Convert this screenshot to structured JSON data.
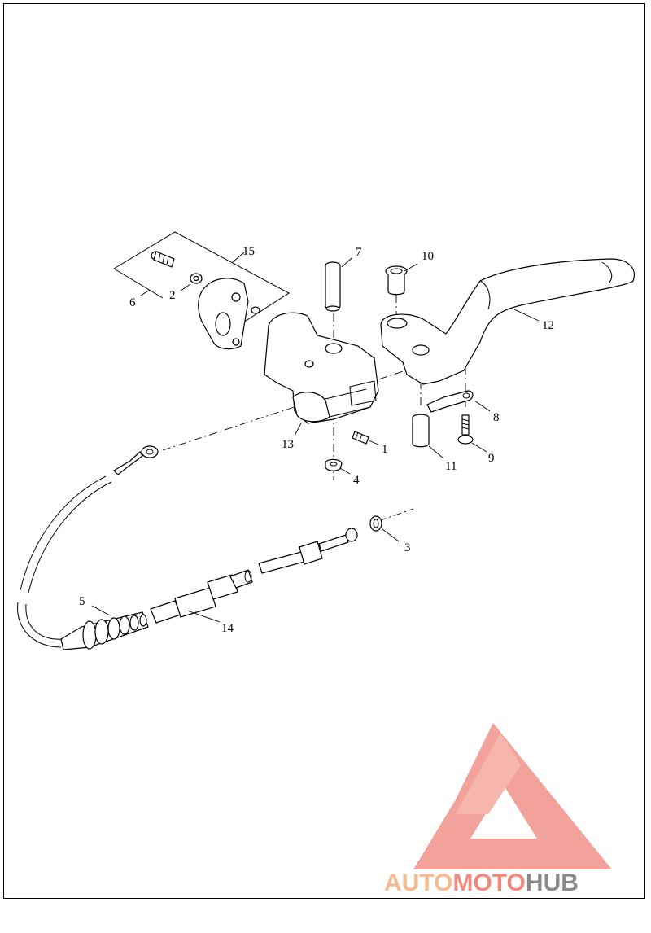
{
  "callouts": {
    "c1": "1",
    "c2": "2",
    "c3": "3",
    "c4": "4",
    "c5": "5",
    "c6": "6",
    "c7": "7",
    "c8": "8",
    "c9": "9",
    "c10": "10",
    "c11": "11",
    "c12": "12",
    "c13": "13",
    "c14": "14",
    "c15": "15"
  },
  "watermark": {
    "part1": "AUTO",
    "part2": "MOTO",
    "part3": "HUB",
    "color_auto": "#f7b98f",
    "color_moto": "#f08a80",
    "color_hub": "#8a8a8a",
    "logo_color": "#f2a29a"
  }
}
